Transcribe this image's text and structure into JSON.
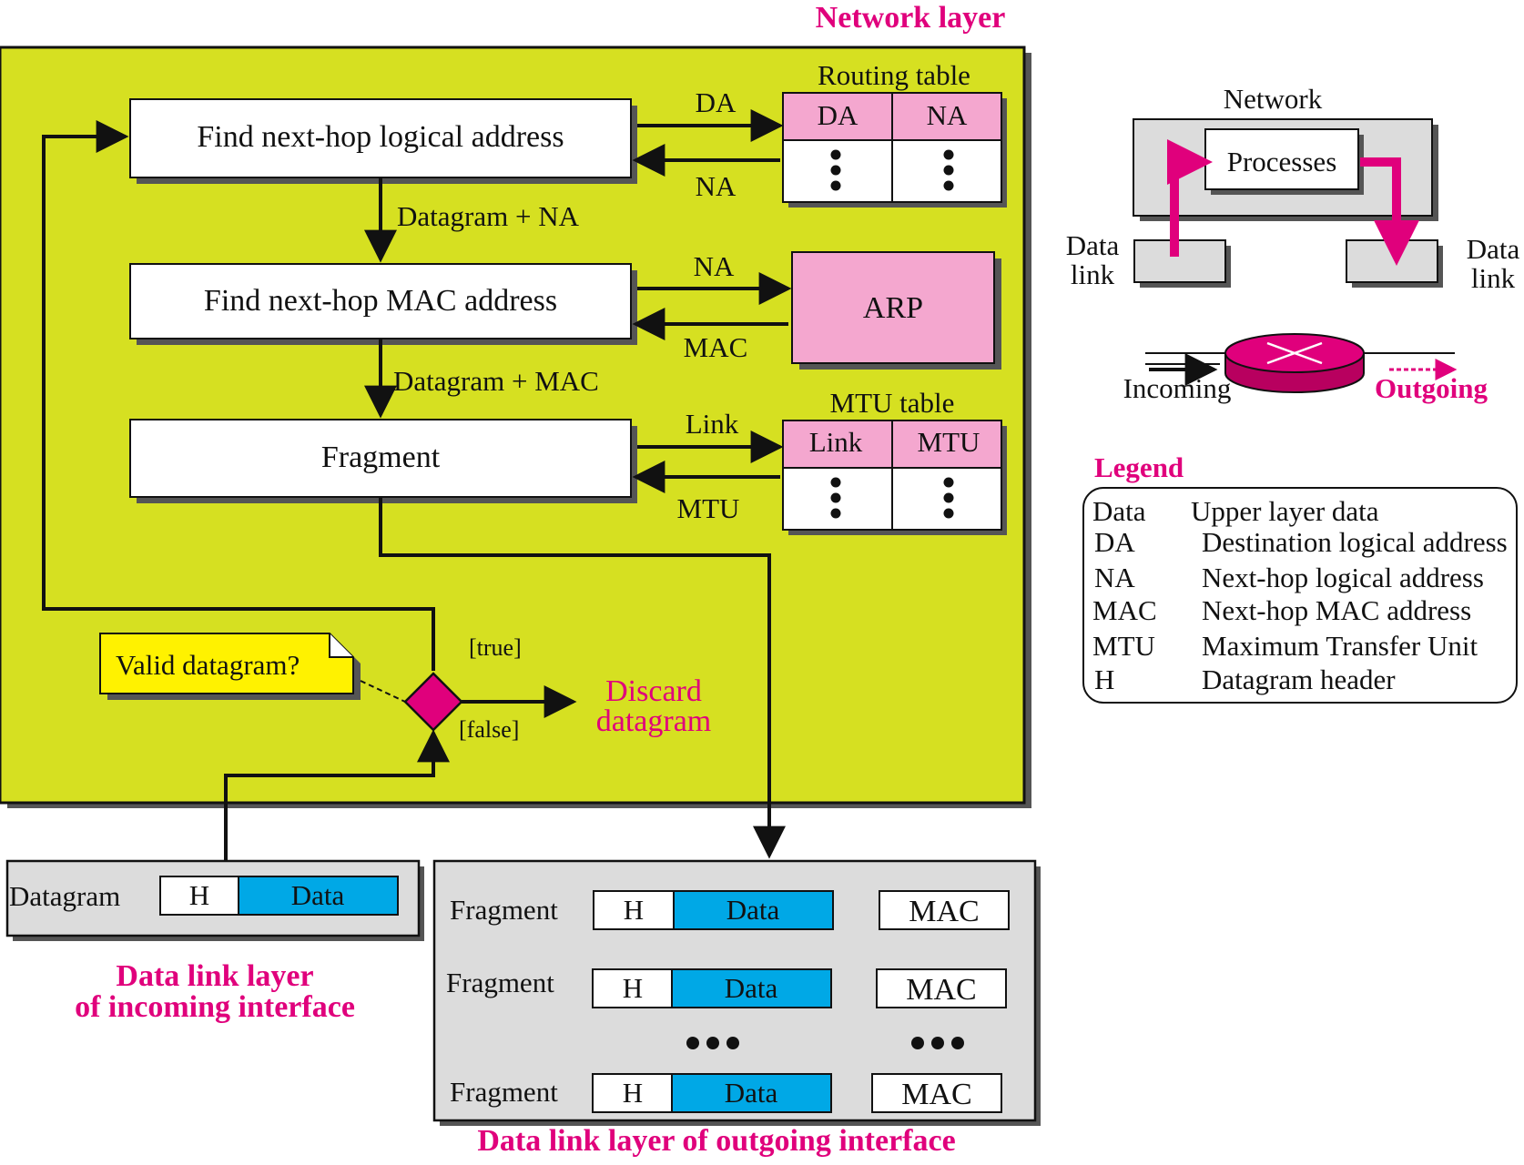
{
  "colors": {
    "network_layer_bg": "#d6e021",
    "accent_pink": "#e0007c",
    "table_header_pink": "#f4a7cf",
    "data_blue": "#00a8e6",
    "note_yellow": "#fff200",
    "panel_gray": "#dcdcdc"
  },
  "network_layer": {
    "title": "Network layer",
    "find_logical": "Find next-hop logical address",
    "find_mac": "Find next-hop MAC address",
    "fragment": "Fragment",
    "label_da": "DA",
    "label_na_back": "NA",
    "label_datagram_na": "Datagram + NA",
    "label_na_out": "NA",
    "label_mac_back": "MAC",
    "label_datagram_mac": "Datagram + MAC",
    "label_link": "Link",
    "label_mtu_back": "MTU",
    "routing_table": {
      "title": "Routing table",
      "col1": "DA",
      "col2": "NA"
    },
    "arp": "ARP",
    "mtu_table": {
      "title": "MTU table",
      "col1": "Link",
      "col2": "MTU"
    },
    "note": "Valid datagram?",
    "guard_true": "[true]",
    "guard_false": "[false]",
    "discard_line1": "Discard",
    "discard_line2": "datagram"
  },
  "incoming": {
    "label": "Datagram",
    "header": "H",
    "data": "Data",
    "caption_line1": "Data link layer",
    "caption_line2": "of incoming interface"
  },
  "outgoing": {
    "fragments": [
      {
        "label": "Fragment",
        "header": "H",
        "data": "Data",
        "mac": "MAC"
      },
      {
        "label": "Fragment",
        "header": "H",
        "data": "Data",
        "mac": "MAC"
      },
      {
        "label": "Fragment",
        "header": "H",
        "data": "Data",
        "mac": "MAC"
      }
    ],
    "caption": "Data link layer of outgoing interface"
  },
  "router_sketch": {
    "network_label": "Network",
    "processes": "Processes",
    "left_link_line1": "Data",
    "left_link_line2": "link",
    "right_link_line1": "Data",
    "right_link_line2": "link",
    "incoming": "Incoming",
    "outgoing": "Outgoing"
  },
  "legend": {
    "title": "Legend",
    "entries": [
      {
        "abbr": "Data",
        "meaning": "Upper layer data"
      },
      {
        "abbr": "DA",
        "meaning": "Destination logical address"
      },
      {
        "abbr": "NA",
        "meaning": "Next-hop logical address"
      },
      {
        "abbr": "MAC",
        "meaning": "Next-hop MAC address"
      },
      {
        "abbr": "MTU",
        "meaning": "Maximum Transfer Unit"
      },
      {
        "abbr": "H",
        "meaning": "Datagram header"
      }
    ]
  }
}
